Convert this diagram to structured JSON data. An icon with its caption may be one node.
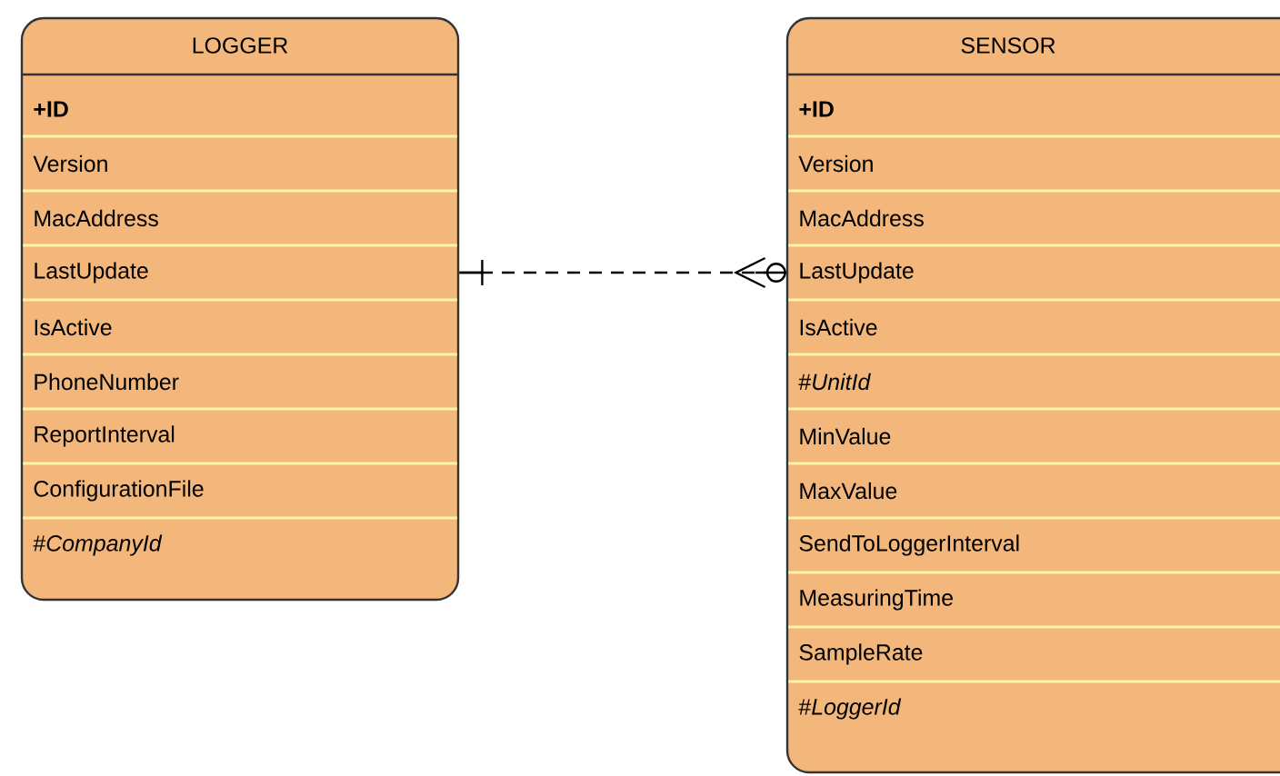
{
  "diagram": {
    "nodes": [
      {
        "text": [
          "LOGGER",
          "**+ID**",
          "Version",
          "MacAddress",
          "LastUpdate",
          "IsActive",
          "PhoneNumber",
          "ReportInterval",
          "ConfigurationFile",
          "#*CompanyId*"
        ]
      },
      {
        "text": [
          "SENSOR",
          "**+ID**",
          "Version",
          "MacAddress",
          "LastUpdate",
          "IsActive",
          "#*UnitId*",
          "MinValue",
          "MaxValue",
          "SendToLoggerInterval",
          "MeasuringTime",
          "SampleRate",
          "#*LoggerId*"
        ]
      }
    ],
    "edges": [
      {
        "from": 0,
        "to": 1,
        "arrow": "other",
        "style": "dashed"
      }
    ]
  }
}
